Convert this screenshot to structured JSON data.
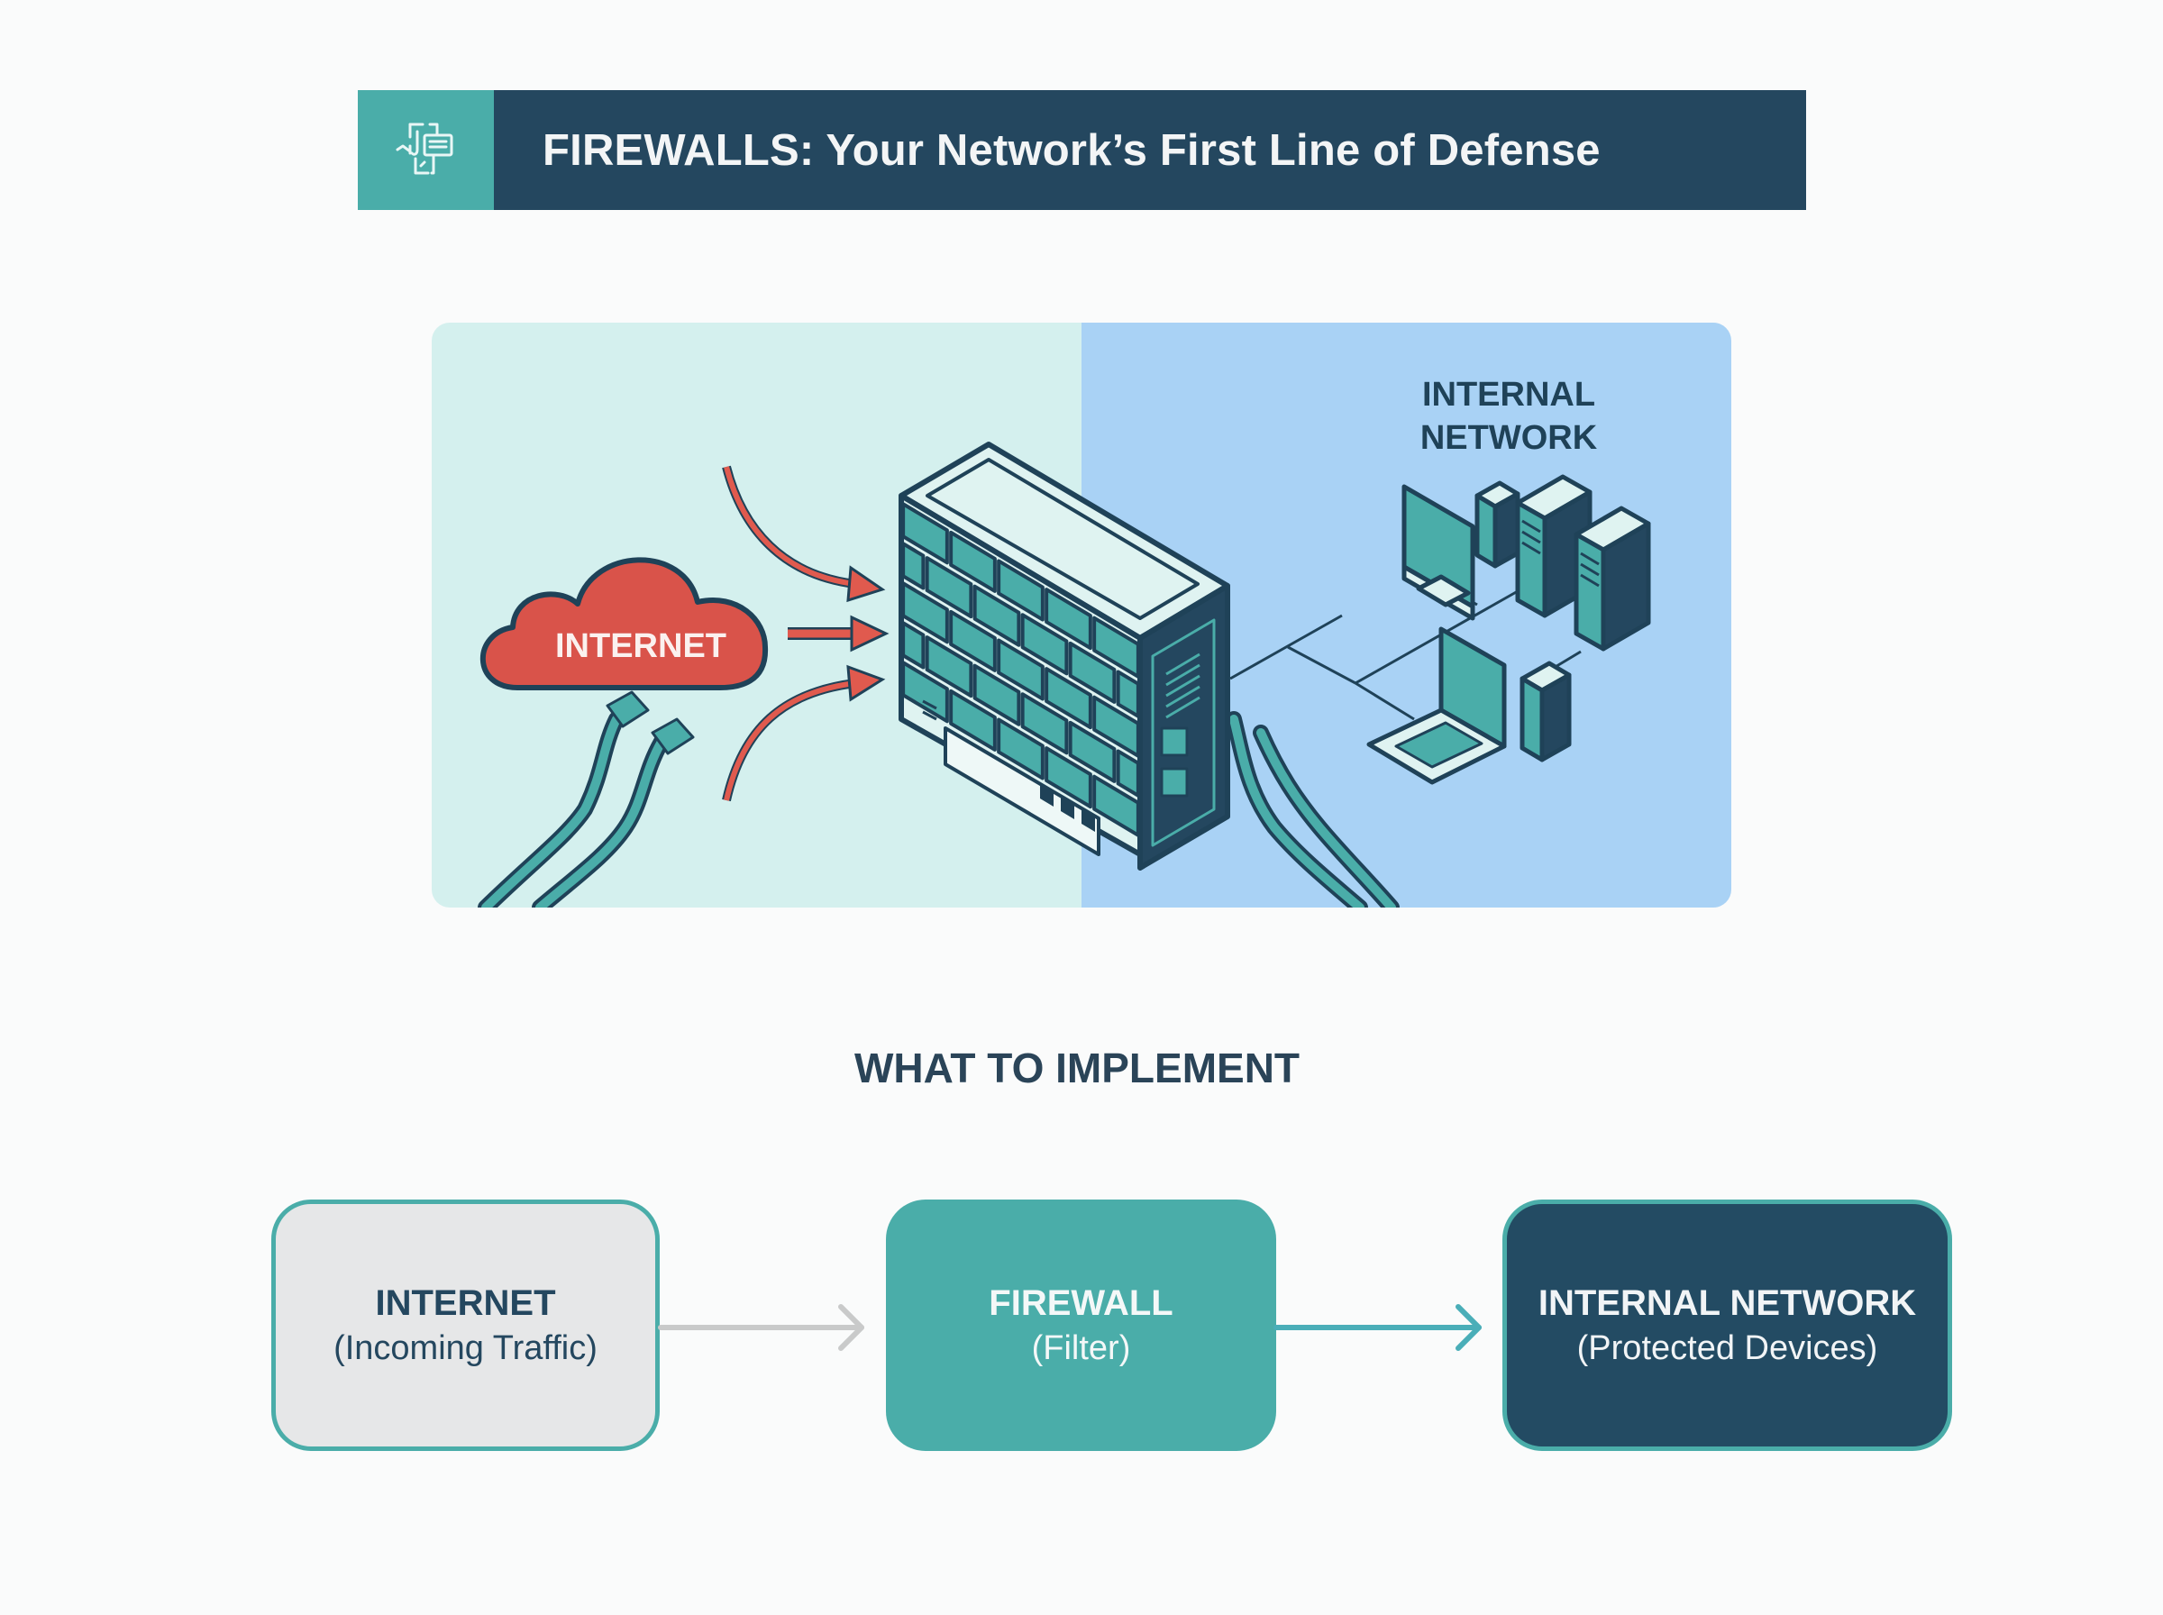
{
  "header": {
    "title": "FIREWALLS: Your Network’s First Line of Defense",
    "icon": "network-document-icon"
  },
  "illustration": {
    "cloud_label": "INTERNET",
    "internal_label_line1": "INTERNAL",
    "internal_label_line2": "NETWORK",
    "firewall_device": "firewall-appliance",
    "devices": [
      "desktop-computer",
      "server-tower",
      "server-tower",
      "laptop",
      "desktop-tower"
    ],
    "colors": {
      "outside_bg": "#d4f0ee",
      "inside_bg": "#a9d2f5",
      "cloud": "#d9534a",
      "arrow": "#e05a4e",
      "teal": "#4aada9",
      "outline": "#1f4258"
    }
  },
  "section": {
    "heading": "WHAT TO IMPLEMENT"
  },
  "flow": {
    "steps": [
      {
        "title": "INTERNET",
        "subtitle": "(Incoming Traffic)"
      },
      {
        "title": "FIREWALL",
        "subtitle": "(Filter)"
      },
      {
        "title": "INTERNAL NETWORK",
        "subtitle": "(Protected Devices)"
      }
    ],
    "arrows": [
      {
        "from": "INTERNET",
        "to": "FIREWALL",
        "color": "#c9caca"
      },
      {
        "from": "FIREWALL",
        "to": "INTERNAL NETWORK",
        "color": "#4aaeb8"
      }
    ]
  },
  "colors": {
    "navy": "#24475f",
    "teal": "#4aada9",
    "light_gray": "#e6e7e8",
    "page_bg": "#fafbfb"
  }
}
